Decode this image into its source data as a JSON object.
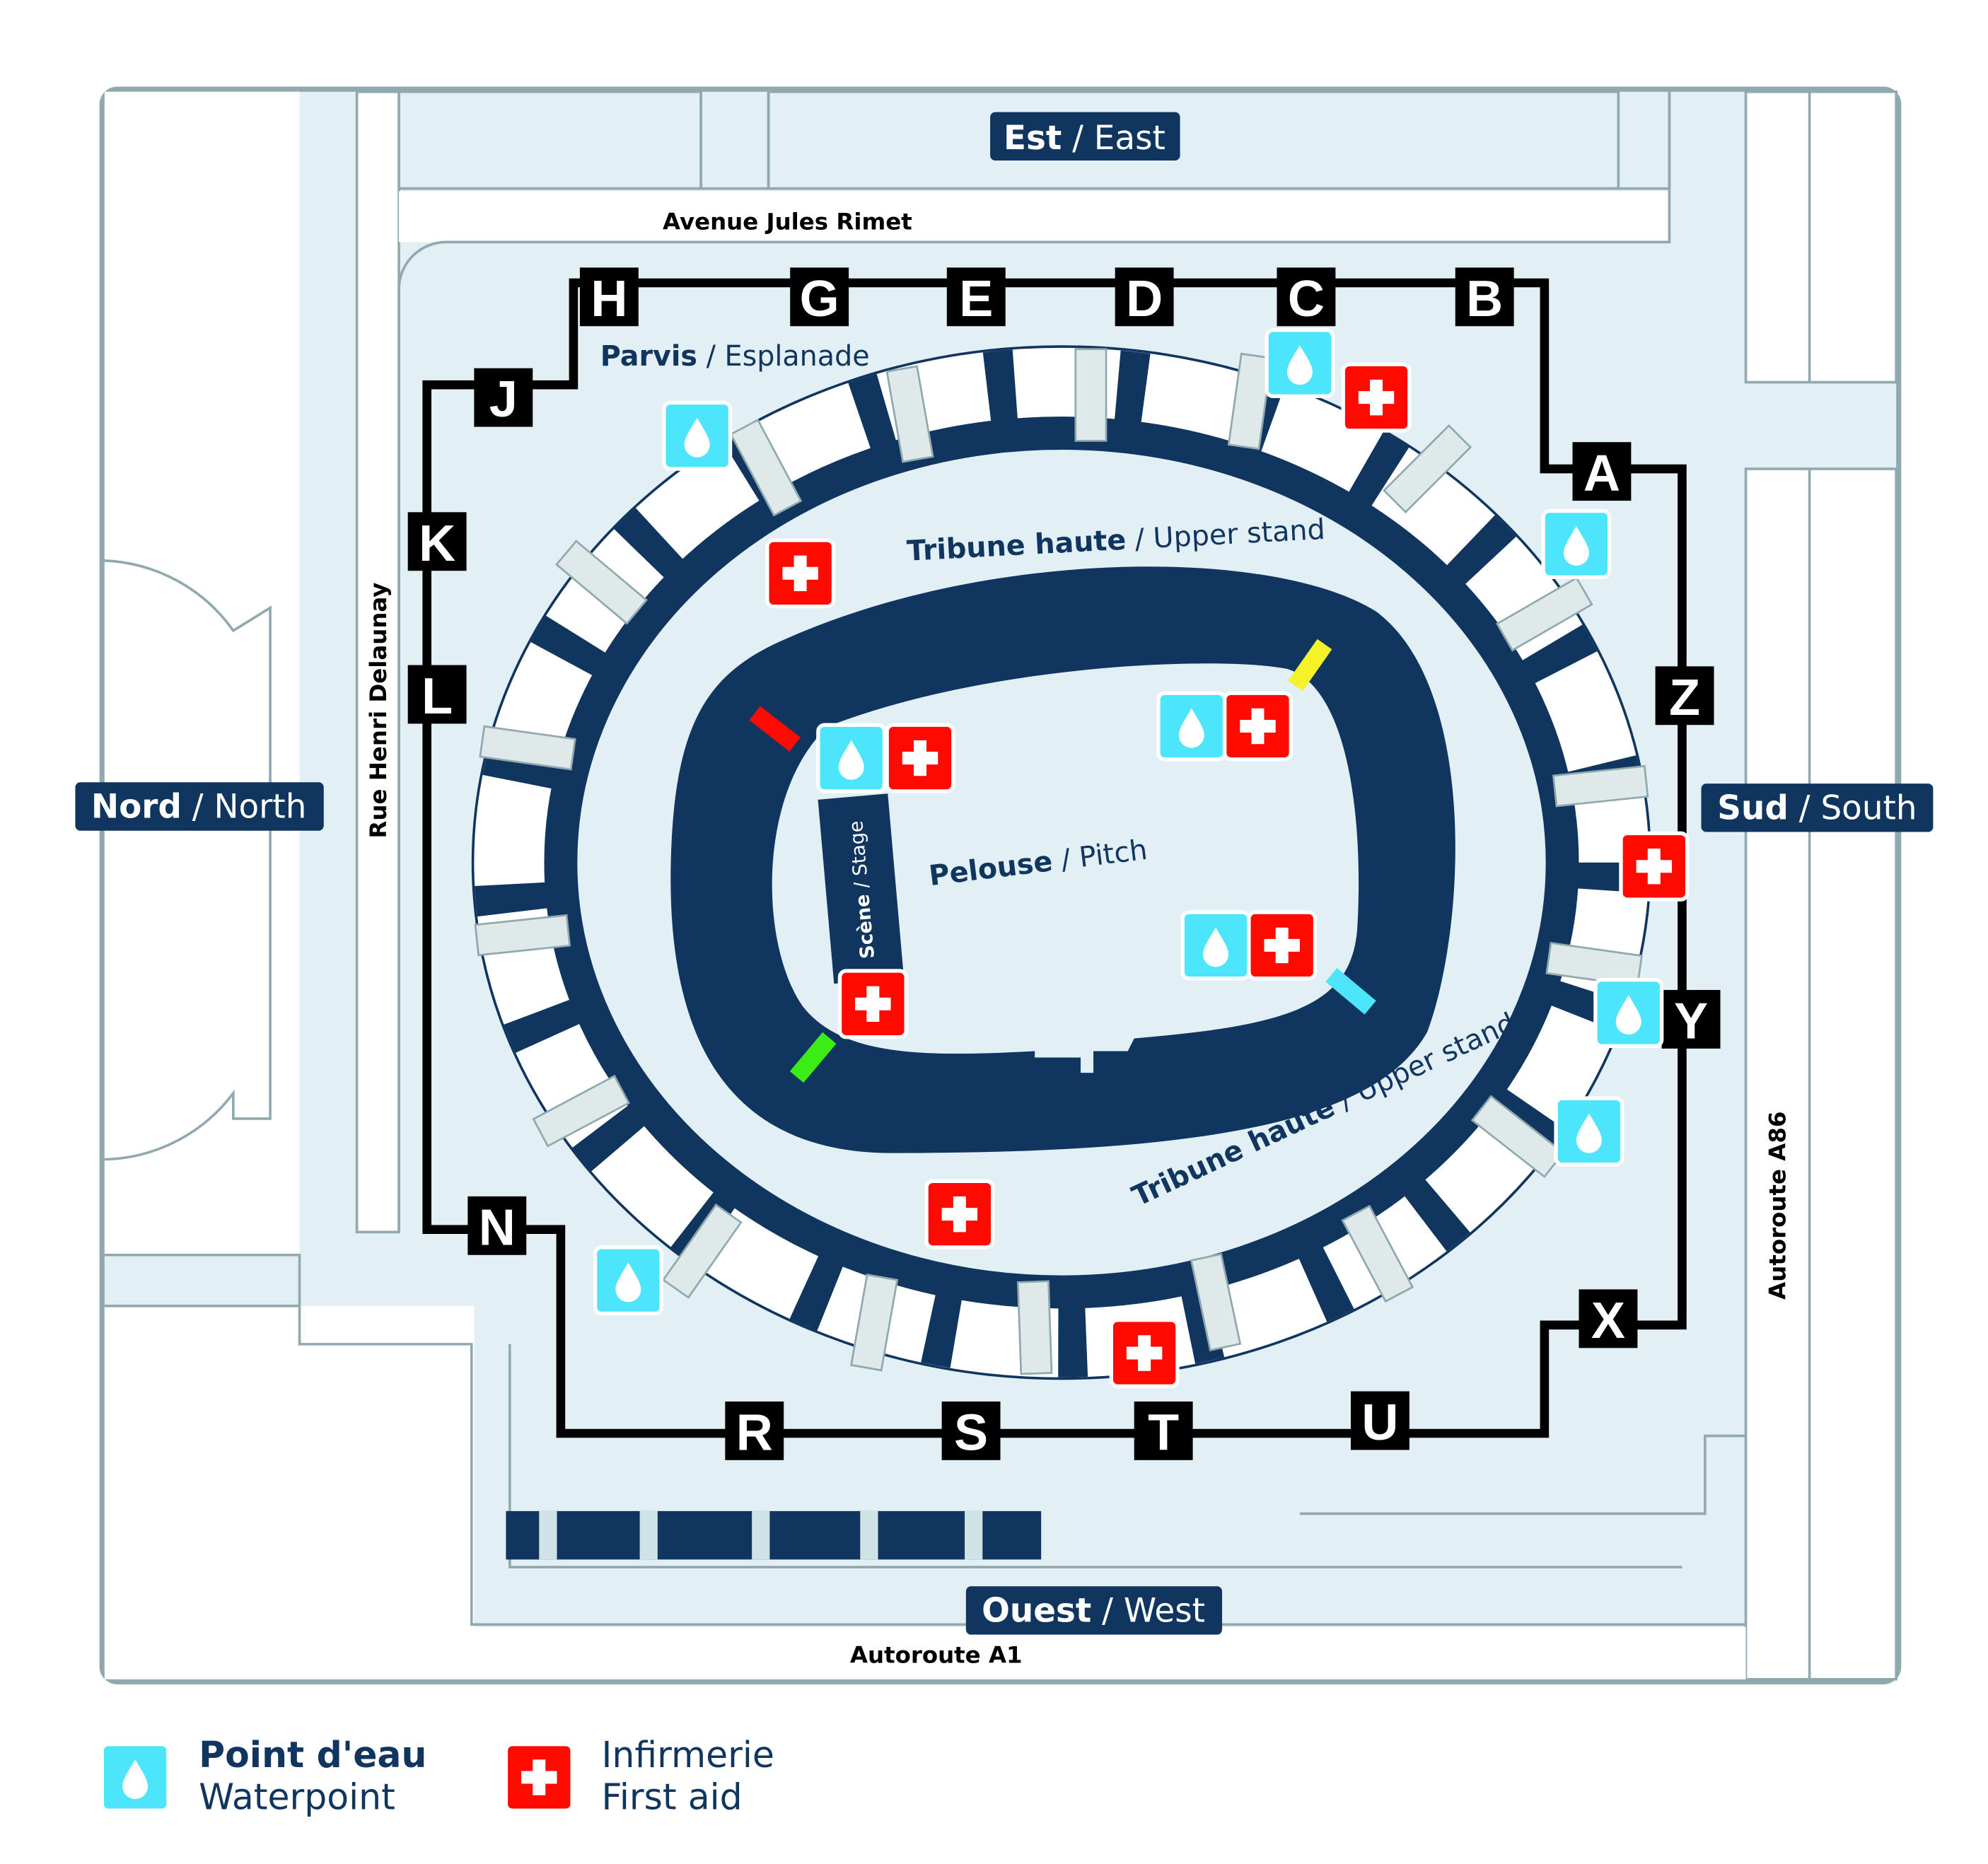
{
  "colors": {
    "navy": "#10365f",
    "light": "#e2eff5",
    "water": "#4de5fb",
    "first_aid": "#ff0a00",
    "border": "#8fa9ae"
  },
  "directions": {
    "east": {
      "fr": "Est",
      "en": "East"
    },
    "north": {
      "fr": "Nord",
      "en": "North"
    },
    "south": {
      "fr": "Sud",
      "en": "South"
    },
    "west": {
      "fr": "Ouest",
      "en": "West"
    }
  },
  "streets": {
    "top": "Avenue Jules Rimet",
    "left": "Rue Henri Delaunay",
    "right": "Autoroute A86",
    "bottom": "Autoroute A1"
  },
  "areas": {
    "esplanade": {
      "fr": "Parvis",
      "en": "Esplanade"
    },
    "upper_stand_top": {
      "fr": "Tribune haute",
      "en": "Upper stand"
    },
    "upper_stand_bottom": {
      "fr": "Tribune haute",
      "en": "Upper stand"
    },
    "pitch": {
      "fr": "Pelouse",
      "en": "Pitch"
    },
    "stage": {
      "fr": "Scène",
      "en": "Stage"
    }
  },
  "gates": [
    "H",
    "G",
    "E",
    "D",
    "C",
    "B",
    "A",
    "Z",
    "Y",
    "X",
    "U",
    "T",
    "S",
    "R",
    "N",
    "L",
    "K",
    "J"
  ],
  "icons": {
    "water": "water-drop-icon",
    "first_aid": "first-aid-cross-icon"
  },
  "legend": {
    "water": {
      "fr": "Point d'eau",
      "en": "Waterpoint"
    },
    "first_aid": {
      "fr": "Infirmerie",
      "en": "First aid"
    }
  }
}
